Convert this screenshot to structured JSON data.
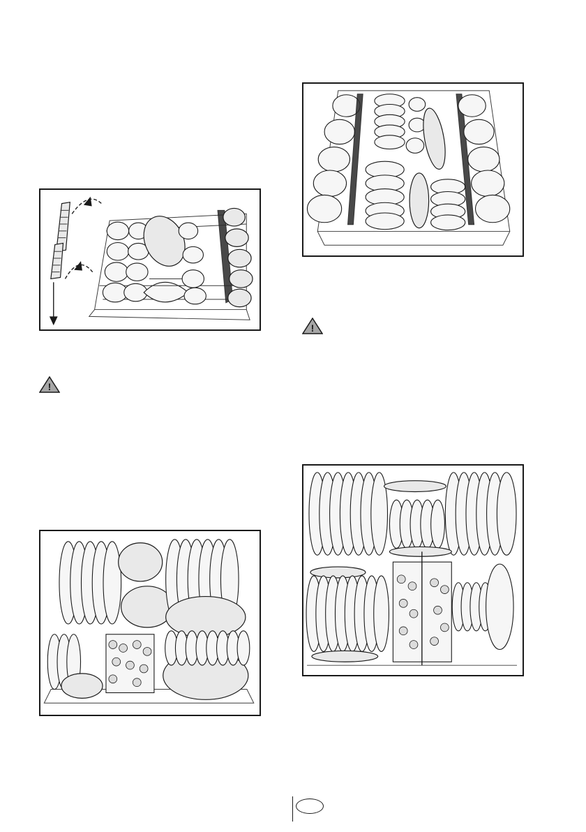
{
  "figures": [
    {
      "id": "upper-basket-clip-removal",
      "caption": ""
    },
    {
      "id": "upper-basket-cups-loaded",
      "caption": ""
    },
    {
      "id": "lower-basket-mixed-load",
      "caption": ""
    },
    {
      "id": "lower-basket-plates-load",
      "caption": ""
    }
  ],
  "warnings": [
    {
      "id": "warning-left",
      "symbol": "!"
    },
    {
      "id": "warning-right",
      "symbol": "!"
    }
  ],
  "footer": {
    "language_code": ""
  },
  "colors": {
    "ink": "#1a1a1a",
    "ware_fill": "#e9e9e9",
    "background": "#ffffff"
  }
}
